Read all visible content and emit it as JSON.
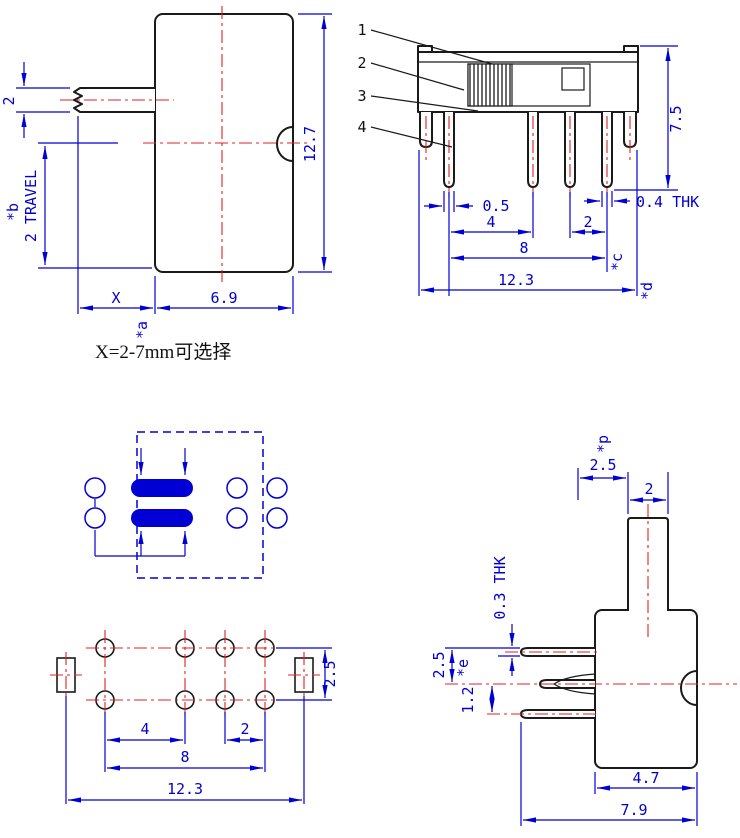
{
  "colors": {
    "dimension": "#0000d4",
    "outline": "#1a1a1a",
    "centerline": "#e02020",
    "pad_fill": "#0000d4"
  },
  "side_view": {
    "dim_lever_thickness": "2",
    "dim_travel": "2 TRAVEL",
    "footnote_b": "*b",
    "dim_body_height": "12.7",
    "dim_x": "X",
    "dim_body_width": "6.9",
    "footnote_a": "*a",
    "note": "X=2-7mm可选择"
  },
  "front_view": {
    "callouts": [
      "1",
      "2",
      "3",
      "4"
    ],
    "dim_height": "7.5",
    "dim_terminal_thickness": "0.4 THK",
    "dim_terminal_width": "0.5",
    "dim_pitch_a": "4",
    "dim_pitch_b": "2",
    "dim_span": "8",
    "dim_total_width": "12.3",
    "footnote_c": "*c",
    "footnote_d": "*d"
  },
  "pcb_layout": {
    "dim_pitch_a": "4",
    "dim_pitch_b": "2",
    "dim_span": "8",
    "dim_total_width": "12.3",
    "dim_row_spacing": "2.5"
  },
  "bent_view": {
    "footnote_p": "*p",
    "dim_stem_offset": "2.5",
    "dim_stem_width": "2",
    "dim_terminal_thickness": "0.3 THK",
    "dim_pin_offset": "2.5",
    "footnote_e": "*e",
    "dim_pin_gap": "1.2",
    "dim_body_depth": "4.7",
    "dim_total_depth": "7.9"
  }
}
